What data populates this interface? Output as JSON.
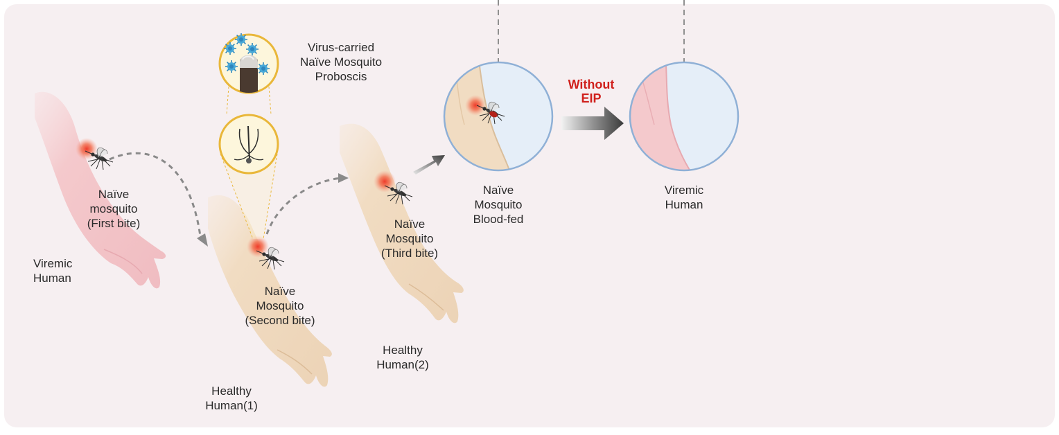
{
  "labels": {
    "viremic_human_start": [
      "Viremic",
      "Human"
    ],
    "first_bite": [
      "Naïve",
      "mosquito",
      "(First bite)"
    ],
    "proboscis": [
      "Virus-carried",
      "Naïve Mosquito",
      "Proboscis"
    ],
    "second_bite": [
      "Naïve",
      "Mosquito",
      "(Second bite)"
    ],
    "healthy_human_1": [
      "Healthy",
      "Human(1)"
    ],
    "third_bite": [
      "Naïve",
      "Mosquito",
      "(Third bite)"
    ],
    "healthy_human_2": [
      "Healthy",
      "Human(2)"
    ],
    "blood_fed": [
      "Naïve",
      "Mosquito",
      "Blood-fed"
    ],
    "without_eip": [
      "Without",
      "EIP"
    ],
    "viremic_human_end": [
      "Viremic",
      "Human"
    ]
  },
  "colors": {
    "panel_background": "#f6eff1",
    "skin_viremic": "#f4c9cc",
    "skin_healthy": "#f1dcc2",
    "bite_spot": "#ef3b2a",
    "circle_fill": "#e5eef8",
    "circle_border": "#8fb0d6",
    "inset_border": "#e9b73a",
    "inset_fill": "#fdf6dc",
    "virus": "#49a9d8",
    "arrow_dark": "#3d3d3d",
    "dashed_arrow": "#8a8a8a",
    "eip_text": "#d0201c"
  },
  "icons": [
    "mosquito-icon",
    "virus-icon",
    "proboscis-icon",
    "bite-spot-icon"
  ]
}
